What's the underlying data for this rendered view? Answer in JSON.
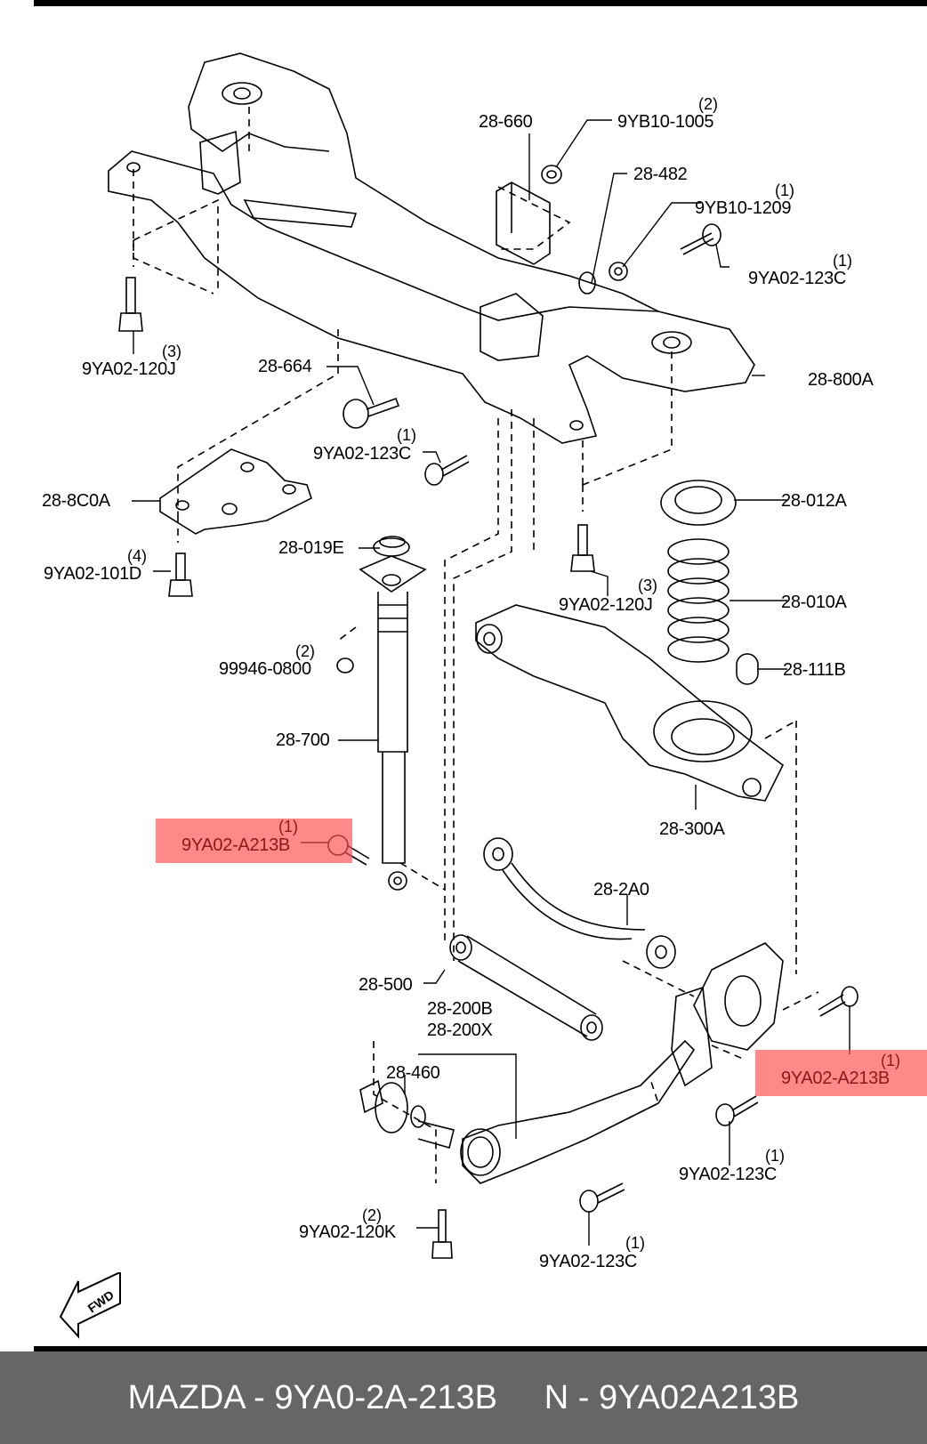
{
  "diagram": {
    "title": "Mazda rear suspension exploded parts diagram",
    "callouts": [
      {
        "id": "28-660",
        "qty": ""
      },
      {
        "id": "9YB10-1005",
        "qty": "(2)"
      },
      {
        "id": "28-482",
        "qty": ""
      },
      {
        "id": "9YB10-1209",
        "qty": "(1)"
      },
      {
        "id": "9YA02-123C",
        "qty": "(1)"
      },
      {
        "id": "9YA02-120J",
        "qty": "(3)"
      },
      {
        "id": "28-800A",
        "qty": ""
      },
      {
        "id": "28-664",
        "qty": ""
      },
      {
        "id": "9YA02-123C",
        "qty": "(1)"
      },
      {
        "id": "28-8C0A",
        "qty": ""
      },
      {
        "id": "28-012A",
        "qty": ""
      },
      {
        "id": "28-019E",
        "qty": ""
      },
      {
        "id": "9YA02-101D",
        "qty": "(4)"
      },
      {
        "id": "9YA02-120J",
        "qty": "(3)"
      },
      {
        "id": "28-010A",
        "qty": ""
      },
      {
        "id": "99946-0800",
        "qty": "(2)"
      },
      {
        "id": "28-111B",
        "qty": ""
      },
      {
        "id": "28-700",
        "qty": ""
      },
      {
        "id": "28-300A",
        "qty": ""
      },
      {
        "id": "9YA02-A213B",
        "qty": "(1)",
        "highlighted": true
      },
      {
        "id": "28-2A0",
        "qty": ""
      },
      {
        "id": "28-500",
        "qty": ""
      },
      {
        "id": "28-200B",
        "qty": ""
      },
      {
        "id": "28-200X",
        "qty": ""
      },
      {
        "id": "9YA02-A213B",
        "qty": "(1)",
        "highlighted": true
      },
      {
        "id": "28-460",
        "qty": ""
      },
      {
        "id": "9YA02-123C",
        "qty": "(1)"
      },
      {
        "id": "9YA02-120K",
        "qty": "(2)"
      },
      {
        "id": "9YA02-123C",
        "qty": "(1)"
      }
    ],
    "fwd_label": "FWD",
    "highlight_color": "#ff5050",
    "highlight_text_color": "#8a1a1a"
  },
  "footer": {
    "text": "MAZDA - 9YA0-2A-213B     N - 9YA02A213B",
    "background": "#666666"
  }
}
